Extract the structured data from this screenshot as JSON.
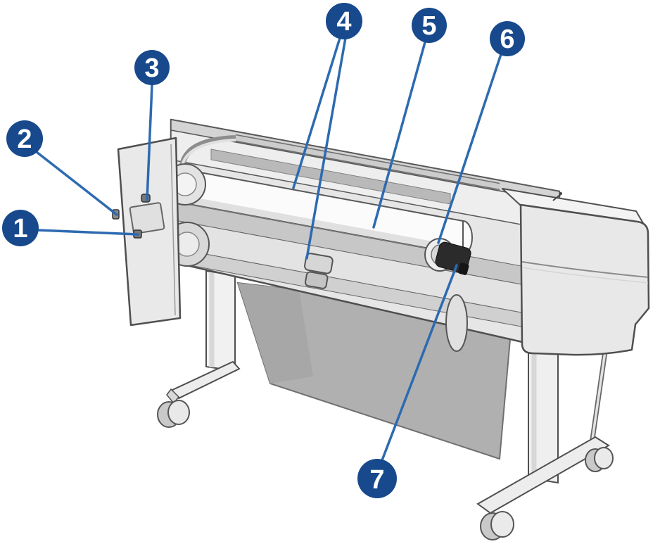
{
  "figure": {
    "type": "diagram",
    "subject": "Large-format printer rear view with numbered part callouts"
  },
  "colors": {
    "background": "#ffffff",
    "callout_fill": "#17498c",
    "callout_number": "#ffffff",
    "leader_line": "#2d6ab1",
    "outline": "#4f4f4f",
    "body_fill": "#e6e6e6",
    "basket_fill": "#b0b0b0",
    "hub_fill": "#2b2b2b",
    "roll_fill": "#fbfbfb"
  },
  "callouts": [
    {
      "number": "1"
    },
    {
      "number": "2"
    },
    {
      "number": "3"
    },
    {
      "number": "4"
    },
    {
      "number": "5"
    },
    {
      "number": "6"
    },
    {
      "number": "7"
    }
  ]
}
